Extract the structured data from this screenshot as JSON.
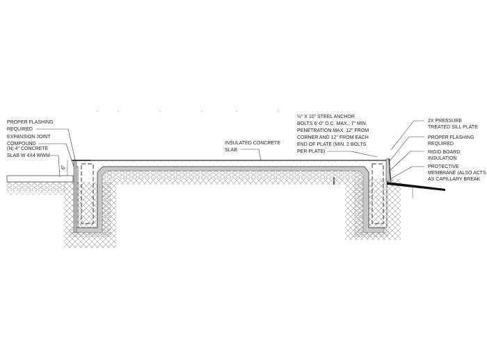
{
  "labels": {
    "left_flashing": [
      "PROPER FLASHING",
      "REQUIRED"
    ],
    "expansion_joint": [
      "EXPANSION JOINT",
      "COMPOUND"
    ],
    "concrete_slab": [
      "(N) 4\" CONCRETE",
      "SLAB W 4X4 WWM"
    ],
    "dimension": "6\"",
    "insulated_slab": [
      "INSULATED CONCRETE",
      "SLAB"
    ],
    "anchor_bolts": [
      "½\" X 10\" STEEL ANCHOR",
      "BOLTS 6'-0\" O.C. MAX., 7\" MIN.",
      "PENETRATION MAX. 12\" FROM",
      "CORNER AND 12\" FROM EACH",
      "END OF PLATE (MIN. 2 BOLTS",
      "PER PLATE)"
    ],
    "sill_plate": [
      "2X PRESSURE",
      "TREATED SILL PLATE"
    ],
    "right_flashing": [
      "PROPER FLASHING",
      "REQUIRED"
    ],
    "rigid_board": [
      "RIGID BOARD",
      "INSULATION"
    ],
    "membrane": [
      "PROTECTIVE",
      "MEMBRANE (ALSO ACTS",
      "AS CAPILLARY BREAK"
    ]
  },
  "colors": {
    "line": "#222222",
    "insulation": "#c8c8c8",
    "membrane": "#111111"
  }
}
